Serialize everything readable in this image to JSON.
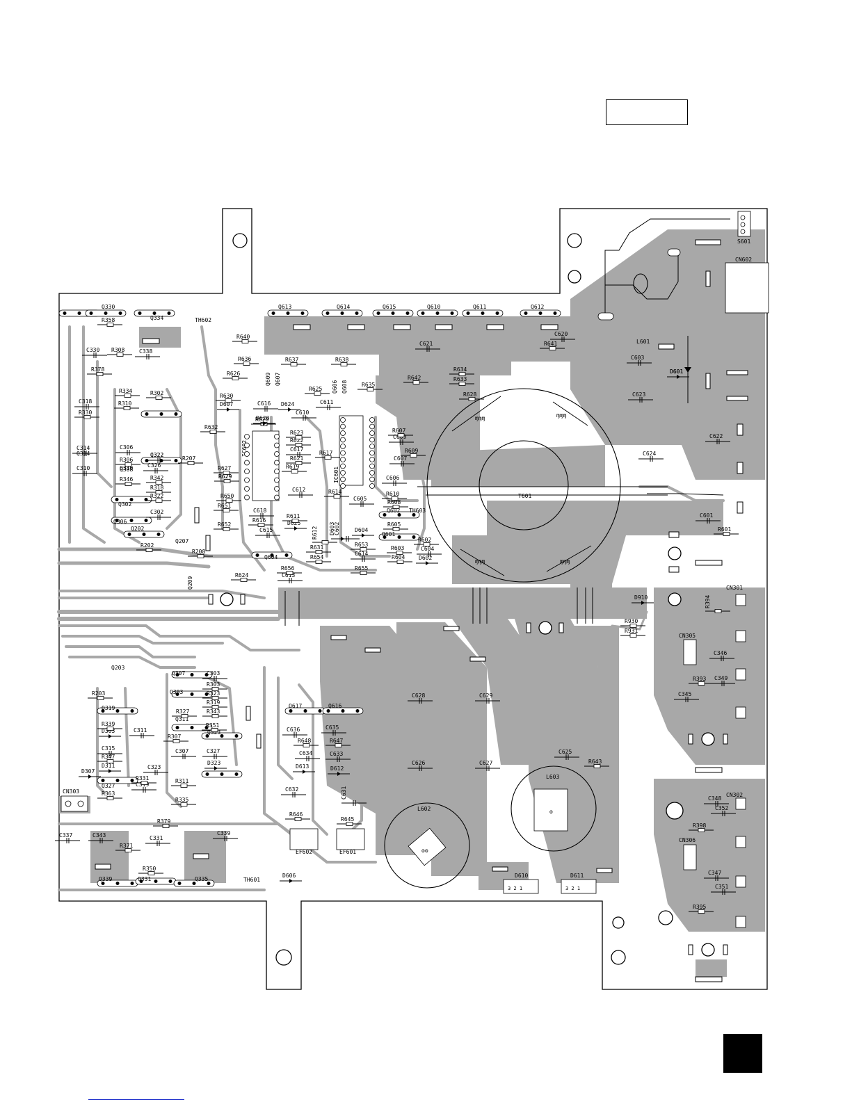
{
  "figure": {
    "label_box_text": "",
    "page_tab_text": "",
    "footer_link_text": "",
    "colors": {
      "copper": "#a8a8a8",
      "outline": "#000000",
      "background": "#ffffff",
      "footer_link": "#2233cc"
    }
  },
  "designators": {
    "transistors": [
      "Q330",
      "Q334",
      "Q613",
      "Q614",
      "Q615",
      "Q610",
      "Q611",
      "Q612",
      "Q609",
      "Q607",
      "Q606",
      "Q608",
      "Q302",
      "Q314",
      "Q310",
      "Q322",
      "Q306",
      "Q308",
      "Q202",
      "Q207",
      "Q209",
      "Q604",
      "Q602",
      "Q601",
      "Q203",
      "Q307",
      "Q303",
      "Q311",
      "Q319",
      "Q323",
      "Q327",
      "Q617",
      "Q616",
      "Q339",
      "Q331",
      "Q335"
    ],
    "resistors": [
      "R358",
      "R308",
      "R378",
      "R334",
      "R310",
      "R302",
      "R306",
      "R318",
      "R330",
      "R346",
      "R342",
      "R322",
      "R207",
      "R202",
      "R208",
      "R203",
      "R640",
      "R636",
      "R626",
      "R637",
      "R638",
      "R625",
      "R635",
      "R634",
      "R633",
      "R628",
      "R642",
      "R641",
      "R630",
      "R632",
      "R627",
      "R629",
      "R631",
      "R651",
      "R650",
      "R652",
      "R623",
      "R622",
      "R621",
      "R619",
      "R617",
      "R614",
      "R616",
      "R611",
      "R612",
      "R653",
      "R654",
      "R655",
      "R656",
      "R624",
      "R607",
      "R609",
      "R610",
      "R608",
      "R605",
      "R603",
      "R604",
      "R602",
      "R620",
      "R601",
      "R930",
      "R931",
      "R303",
      "R323",
      "R319",
      "R343",
      "R327",
      "R351",
      "R307",
      "R339",
      "R347",
      "R335",
      "R331",
      "R311",
      "R363",
      "R379",
      "R371",
      "R350",
      "R648",
      "R647",
      "R646",
      "R645",
      "R643",
      "R629",
      "R394",
      "R393",
      "R398",
      "R395"
    ],
    "capacitors": [
      "C330",
      "C338",
      "C318",
      "C310",
      "C314",
      "C302",
      "C306",
      "C326",
      "C322",
      "C303",
      "C311",
      "C315",
      "C307",
      "C327",
      "C323",
      "C319",
      "C343",
      "C331",
      "C339",
      "C337",
      "C621",
      "C620",
      "C603",
      "C623",
      "C624",
      "C622",
      "C601",
      "C611",
      "C616",
      "C610",
      "C617",
      "C612",
      "C618",
      "C615",
      "C613",
      "C614",
      "C605",
      "C609",
      "C607",
      "C606",
      "C604",
      "C602",
      "C628",
      "C629",
      "C626",
      "C627",
      "C625",
      "C636",
      "C635",
      "C634",
      "C633",
      "C632",
      "C631",
      "C346",
      "C349",
      "C345",
      "C348",
      "C352",
      "C347",
      "C351"
    ],
    "diodes": [
      "D607",
      "D624",
      "D620",
      "D602",
      "D625",
      "D603",
      "D604",
      "D601",
      "D910",
      "D303",
      "D307",
      "D311",
      "D323",
      "D613",
      "D612",
      "D606"
    ],
    "ics_and_other": [
      "IC602",
      "IC601",
      "TH602",
      "TH603",
      "TH601",
      "T601",
      "L601",
      "L602",
      "L603",
      "EF602",
      "EF601",
      "D610",
      "D611",
      "S601"
    ],
    "connectors": [
      "CN602",
      "CN301",
      "CN305",
      "CN302",
      "CN306",
      "CN303"
    ]
  }
}
